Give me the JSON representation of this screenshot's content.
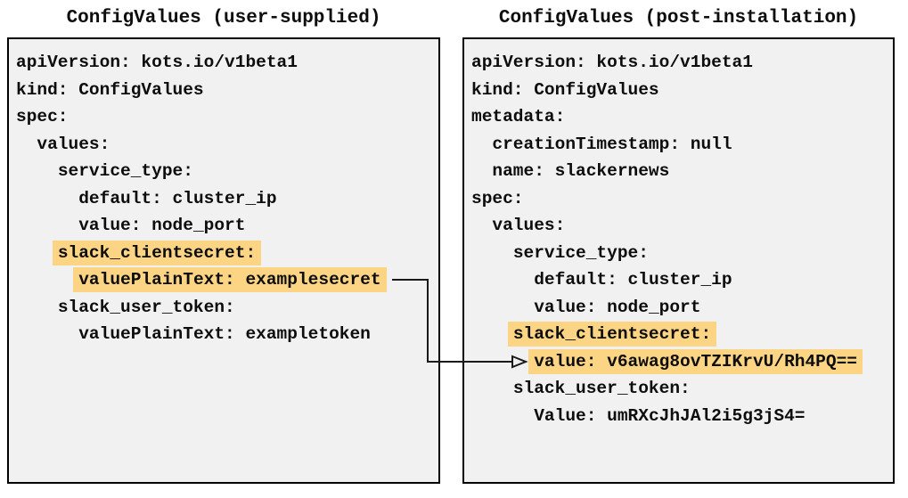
{
  "colors": {
    "highlight": "#fbd584",
    "panel_bg": "#f1f1f1",
    "panel_border": "#000000",
    "text": "#0d0d0d",
    "arrow": "#1a1a1a"
  },
  "left_panel": {
    "title": "ConfigValues (user-supplied)",
    "lines": [
      {
        "indent": 0,
        "text": "apiVersion: kots.io/v1beta1",
        "highlight": false
      },
      {
        "indent": 0,
        "text": "kind: ConfigValues",
        "highlight": false
      },
      {
        "indent": 0,
        "text": "spec:",
        "highlight": false
      },
      {
        "indent": 2,
        "text": "values:",
        "highlight": false
      },
      {
        "indent": 4,
        "text": "service_type:",
        "highlight": false
      },
      {
        "indent": 6,
        "text": "default: cluster_ip",
        "highlight": false
      },
      {
        "indent": 6,
        "text": "value: node_port",
        "highlight": false
      },
      {
        "indent": 4,
        "text": "slack_clientsecret:",
        "highlight": true
      },
      {
        "indent": 6,
        "text": "valuePlainText: examplesecret",
        "highlight": true
      },
      {
        "indent": 4,
        "text": "slack_user_token:",
        "highlight": false
      },
      {
        "indent": 6,
        "text": "valuePlainText: exampletoken",
        "highlight": false
      }
    ]
  },
  "right_panel": {
    "title": "ConfigValues (post-installation)",
    "lines": [
      {
        "indent": 0,
        "text": "apiVersion: kots.io/v1beta1",
        "highlight": false
      },
      {
        "indent": 0,
        "text": "kind: ConfigValues",
        "highlight": false
      },
      {
        "indent": 0,
        "text": "metadata:",
        "highlight": false
      },
      {
        "indent": 2,
        "text": "creationTimestamp: null",
        "highlight": false
      },
      {
        "indent": 2,
        "text": "name: slackernews",
        "highlight": false
      },
      {
        "indent": 0,
        "text": "spec:",
        "highlight": false
      },
      {
        "indent": 2,
        "text": "values:",
        "highlight": false
      },
      {
        "indent": 4,
        "text": "service_type:",
        "highlight": false
      },
      {
        "indent": 6,
        "text": "default: cluster_ip",
        "highlight": false
      },
      {
        "indent": 6,
        "text": "value: node_port",
        "highlight": false
      },
      {
        "indent": 4,
        "text": "slack_clientsecret:",
        "highlight": true
      },
      {
        "indent": 6,
        "text": "value: v6awag8ovTZIKrvU/Rh4PQ==",
        "highlight": true
      },
      {
        "indent": 4,
        "text": "slack_user_token:",
        "highlight": false
      },
      {
        "indent": 6,
        "text": "Value: umRXcJhJAl2i5g3jS4=",
        "highlight": false
      }
    ]
  }
}
